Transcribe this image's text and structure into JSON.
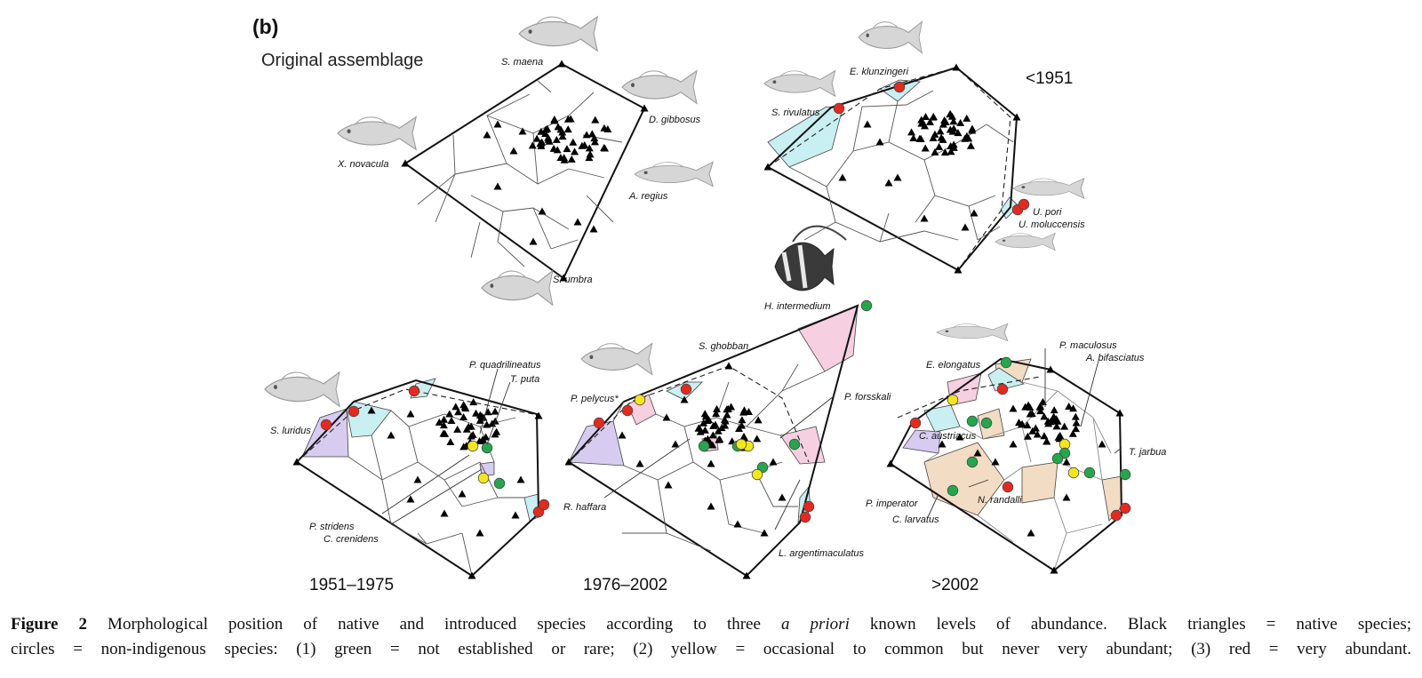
{
  "panel_letter": "(b)",
  "title": "Original assemblage",
  "periods": {
    "p1951": "<1951",
    "p1951_1975": "1951–1975",
    "p1976_2002": "1976–2002",
    "p2002": ">2002"
  },
  "species_labels": {
    "s_maena": "S. maena",
    "d_gibbosus": "D. gibbosus",
    "x_novacula": "X. novacula",
    "a_regius": "A. regius",
    "s_umbra": "S. umbra",
    "e_klunzingeri": "E. klunzingeri",
    "s_rivulatus": "S. rivulatus",
    "u_pori": "U. pori",
    "u_moluccensis": "U. moluccensis",
    "h_intermedium": "H. intermedium",
    "s_luridus": "S. luridus",
    "p_quadrilineatus": "P. quadrilineatus",
    "t_puta": "T. puta",
    "p_stridens": "P. stridens",
    "c_crenidens": "C. crenidens",
    "s_ghobban": "S. ghobban",
    "p_pelycus": "P. pelycus*",
    "p_forsskali": "P. forsskali",
    "r_haffara": "R. haffara",
    "l_argentimaculatus": "L. argentimaculatus",
    "e_elongatus": "E. elongatus",
    "p_maculosus": "P. maculosus",
    "a_bifasciatus": "A. bifasciatus",
    "c_austriacus": "C. austriacus",
    "t_jarbua": "T. jarbua",
    "p_imperator": "P. imperator",
    "c_larvatus": "C. larvatus",
    "n_randalli": "N. randalli"
  },
  "legend_colors": {
    "green": "#22a84a",
    "yellow": "#f5e61a",
    "red": "#e8281c",
    "cyan": "#c8eff2",
    "pink": "#f6cfe0",
    "lavender": "#d7ccf0",
    "tan": "#f3dcc4"
  },
  "caption": {
    "fig_label": "Figure 2",
    "line1_a": " Morphological position of native and introduced species according to three ",
    "line1_em": "a priori",
    "line1_b": " known levels of abundance. Black triangles = native species;",
    "line2": "circles = non-indigenous species: (1) green = not established or rare; (2) yellow = occasional to common but never very abundant; (3) red = very abundant."
  }
}
